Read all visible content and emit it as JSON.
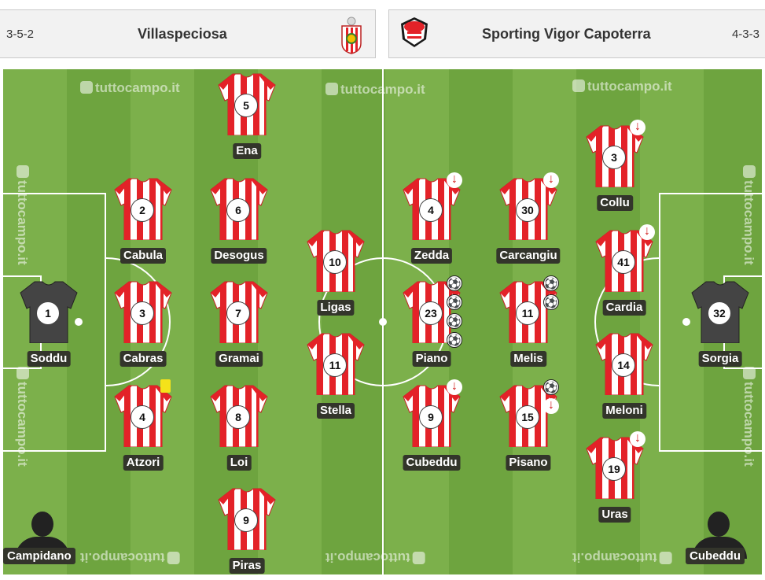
{
  "home": {
    "formation": "3-5-2",
    "name": "Villaspeciosa",
    "coach": "Campidano"
  },
  "away": {
    "formation": "4-3-3",
    "name": "Sporting Vigor Capoterra",
    "coach": "Cubeddu"
  },
  "watermark": "tuttocampo.it",
  "colors": {
    "pitch_light": "#7cb04b",
    "pitch_dark": "#6ea43f",
    "shirt_red": "#e32228",
    "keeper_grey": "#444444",
    "sub_arrow": "#d01818",
    "yellow_card": "#f4e21a"
  },
  "players": [
    {
      "team": "home",
      "number": "1",
      "name": "Soddu",
      "keeper": true
    },
    {
      "team": "home",
      "number": "2",
      "name": "Cabula"
    },
    {
      "team": "home",
      "number": "3",
      "name": "Cabras"
    },
    {
      "team": "home",
      "number": "4",
      "name": "Atzori",
      "yellow_card": true
    },
    {
      "team": "home",
      "number": "5",
      "name": "Ena"
    },
    {
      "team": "home",
      "number": "6",
      "name": "Desogus"
    },
    {
      "team": "home",
      "number": "7",
      "name": "Gramai"
    },
    {
      "team": "home",
      "number": "8",
      "name": "Loi"
    },
    {
      "team": "home",
      "number": "9",
      "name": "Piras"
    },
    {
      "team": "home",
      "number": "10",
      "name": "Ligas"
    },
    {
      "team": "home",
      "number": "11",
      "name": "Stella"
    },
    {
      "team": "away",
      "number": "4",
      "name": "Zedda",
      "subbed": true
    },
    {
      "team": "away",
      "number": "23",
      "name": "Piano",
      "goals": 4
    },
    {
      "team": "away",
      "number": "9",
      "name": "Cubeddu",
      "subbed": true
    },
    {
      "team": "away",
      "number": "30",
      "name": "Carcangiu",
      "subbed": true
    },
    {
      "team": "away",
      "number": "11",
      "name": "Melis",
      "goals": 2
    },
    {
      "team": "away",
      "number": "15",
      "name": "Pisano",
      "goals": 1,
      "subbed": true
    },
    {
      "team": "away",
      "number": "3",
      "name": "Collu",
      "subbed": true
    },
    {
      "team": "away",
      "number": "41",
      "name": "Cardia",
      "subbed": true
    },
    {
      "team": "away",
      "number": "14",
      "name": "Meloni"
    },
    {
      "team": "away",
      "number": "19",
      "name": "Uras",
      "subbed": true
    },
    {
      "team": "away",
      "number": "32",
      "name": "Sorgia",
      "keeper": true
    }
  ]
}
